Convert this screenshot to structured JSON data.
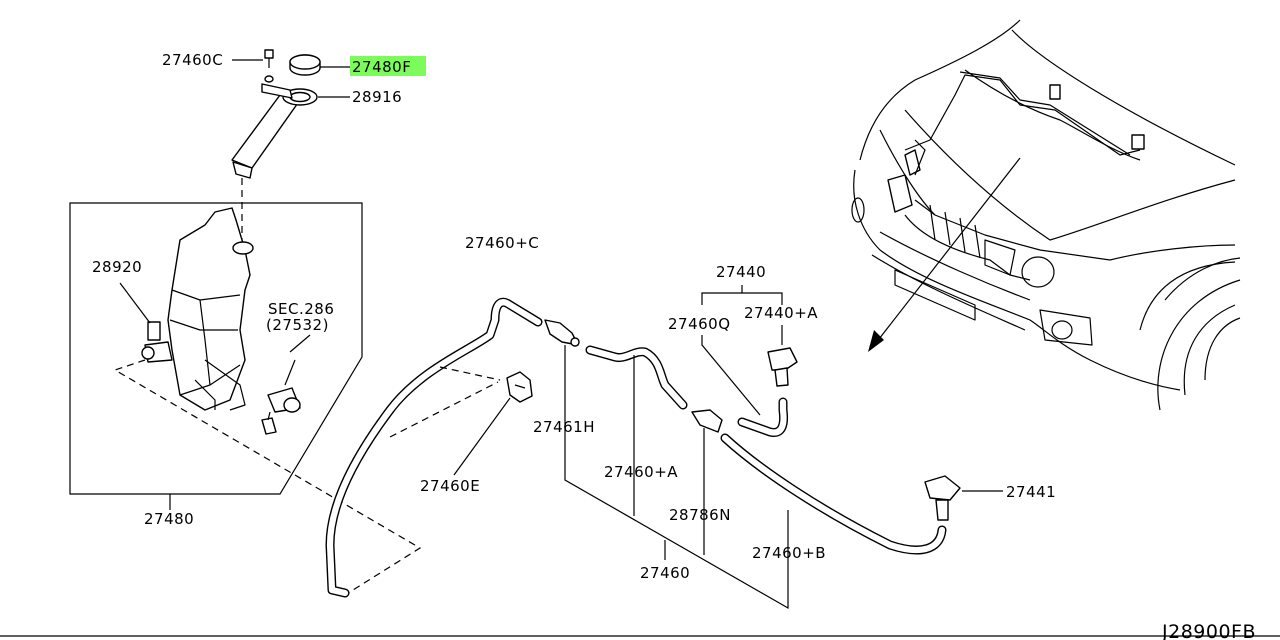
{
  "diagram_code": "J28900FB",
  "highlight_color": "#7CFC5A",
  "highlighted_part": "27480F",
  "parts": {
    "p27460C": "27460C",
    "p27480F": "27480F",
    "p28916": "28916",
    "p28920": "28920",
    "sec_ref": "SEC.286",
    "sec_ref_sub": "(27532)",
    "p27480": "27480",
    "p27460plusC": "27460+C",
    "p27460E": "27460E",
    "p27461H": "27461H",
    "p27460plusA": "27460+A",
    "p28786N": "28786N",
    "p27460": "27460",
    "p27460Q": "27460Q",
    "p27440": "27440",
    "p27440plusA": "27440+A",
    "p27441": "27441",
    "p27460plusB": "27460+B"
  }
}
